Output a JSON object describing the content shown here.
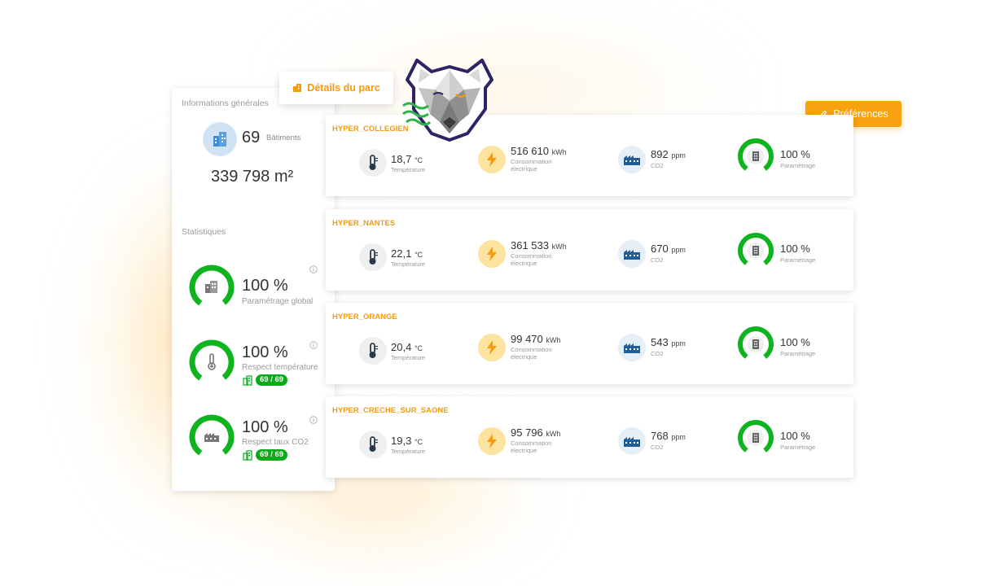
{
  "left_panel": {
    "general_info_label": "Informations générales",
    "buildings_count": "69",
    "buildings_unit": "Bâtiments",
    "total_area": "339 798 m²",
    "statistics_label": "Statistiques",
    "stats": [
      {
        "percent": "100 %",
        "label": "Paramétrage global",
        "value": 1.0,
        "icon": "building-icon"
      },
      {
        "percent": "100 %",
        "label": "Respect température",
        "value": 1.0,
        "icon": "thermometer-icon",
        "badge": "69 / 69"
      },
      {
        "percent": "100 %",
        "label": "Respect taux CO2",
        "value": 1.0,
        "icon": "factory-icon",
        "badge": "69 / 69"
      }
    ]
  },
  "tab": {
    "label": "Détails du parc",
    "icon": "building-icon"
  },
  "preferences_button": {
    "label": "Préférences",
    "icon": "pencil-icon"
  },
  "sites": [
    {
      "name": "HYPER_COLLEGIEN",
      "temp": "18,7",
      "temp_unit": "°C",
      "temp_label": "Température",
      "elec": "516 610",
      "elec_unit": "kWh",
      "elec_label_1": "Consommation",
      "elec_label_2": "électrique",
      "co2": "892",
      "co2_unit": "ppm",
      "co2_label": "CO2",
      "setup": "100 %",
      "setup_label": "Paramétrage",
      "setup_value": 1.0
    },
    {
      "name": "HYPER_NANTES",
      "temp": "22,1",
      "temp_unit": "°C",
      "temp_label": "Température",
      "elec": "361 533",
      "elec_unit": "kWh",
      "elec_label_1": "Consommation",
      "elec_label_2": "électrique",
      "co2": "670",
      "co2_unit": "ppm",
      "co2_label": "CO2",
      "setup": "100 %",
      "setup_label": "Paramétrage",
      "setup_value": 1.0
    },
    {
      "name": "HYPER_ORANGE",
      "temp": "20,4",
      "temp_unit": "°C",
      "temp_label": "Température",
      "elec": "99 470",
      "elec_unit": "kWh",
      "elec_label_1": "Consommation",
      "elec_label_2": "électrique",
      "co2": "543",
      "co2_unit": "ppm",
      "co2_label": "CO2",
      "setup": "100 %",
      "setup_label": "Paramétrage",
      "setup_value": 1.0
    },
    {
      "name": "HYPER_CRECHE_SUR_SAONE",
      "temp": "19,3",
      "temp_unit": "°C",
      "temp_label": "Température",
      "elec": "95 796",
      "elec_unit": "kWh",
      "elec_label_1": "Consommation",
      "elec_label_2": "électrique",
      "co2": "768",
      "co2_unit": "ppm",
      "co2_label": "CO2",
      "setup": "100 %",
      "setup_label": "Paramétrage",
      "setup_value": 1.0
    }
  ],
  "colors": {
    "accent": "#f59b0c",
    "gauge_green": "#0db41e",
    "badge_green": "#0da91a",
    "mascot_outline": "#2e2463"
  }
}
